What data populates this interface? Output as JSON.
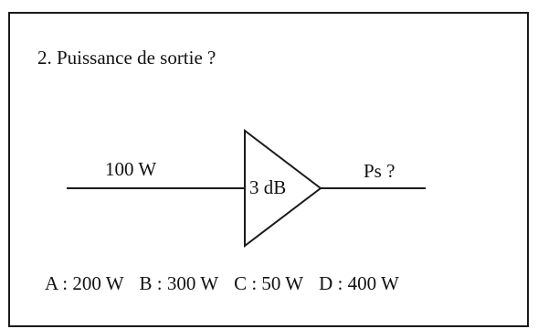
{
  "question": "2. Puissance de sortie ?",
  "diagram": {
    "input_label": "100 W",
    "gain_label": "3 dB",
    "output_label": "Ps ?"
  },
  "answers": [
    "A : 200 W",
    "B : 300 W",
    "C : 50 W",
    "D : 400 W"
  ]
}
